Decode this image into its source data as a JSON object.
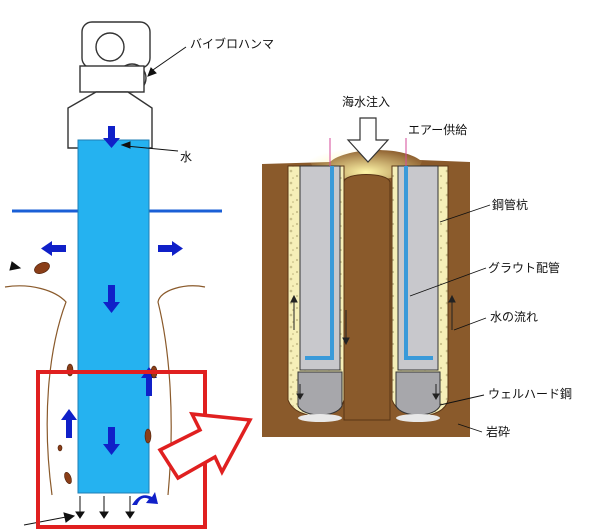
{
  "labels": {
    "vibro_hammer": "バイブロハンマ",
    "water": "水",
    "seawater_injection": "海水注入",
    "air_supply": "エアー供給",
    "steel_pipe_pile": "鋼管杭",
    "grout_pipe": "グラウト配管",
    "water_flow": "水の流れ",
    "wellhard_steel": "ウェルハード鋼",
    "rock_cuttings": "岩砕"
  },
  "colors": {
    "pile_blue": "#25b2f0",
    "arrow_blue": "#1020c8",
    "water_line": "#1a5fd6",
    "highlight_red": "#e02020",
    "soil_brown": "#8a5a2b",
    "grout_yellow": "#f6efb8",
    "steel_grey": "#c8c8cc",
    "pipe_blue": "#3a9ad9"
  }
}
